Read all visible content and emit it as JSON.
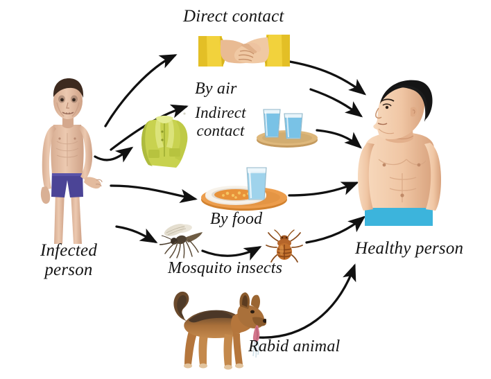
{
  "diagram": {
    "title": "Modes of disease transmission from infected person to healthy person",
    "background_color": "#ffffff",
    "text_color": "#141414",
    "arrow_color": "#111111"
  },
  "labels": {
    "infected_person": "Infected\nperson",
    "healthy_person": "Healthy person",
    "direct_contact": "Direct contact",
    "by_air": "By air",
    "indirect_contact": "Indirect\ncontact",
    "by_food": "By food",
    "mosquito_insects": "Mosquito insects",
    "rabid_animal": "Rabid animal"
  },
  "nodes": [
    {
      "id": "infected-person",
      "name": "infected-person",
      "icon": "sick-emaciated-man-figure",
      "label": "Infected person",
      "colors": {
        "skin": "#e8c6ae",
        "hair": "#4a3328",
        "shorts": "#4b4496"
      }
    },
    {
      "id": "healthy-person",
      "name": "healthy-person",
      "icon": "healthy-man-profile-figure",
      "label": "Healthy person",
      "colors": {
        "skin": "#f2cdae",
        "hair": "#1b1b1b",
        "shorts": "#3cb4dc"
      }
    },
    {
      "id": "handshake-icon",
      "name": "handshake-icon",
      "icon": "handshake",
      "label": "Direct contact",
      "colors": {
        "sleeve": "#f2d23c",
        "skin": "#e9bb93"
      }
    },
    {
      "id": "clothing-icon",
      "name": "clothing-jacket-icon",
      "icon": "jacket",
      "label": "Indirect contact",
      "colors": {
        "fabric": "#c8d24f"
      }
    },
    {
      "id": "water-glasses-icon",
      "name": "water-glasses-icon",
      "icon": "two-glasses-of-water-on-tray",
      "label": "Indirect contact",
      "colors": {
        "water": "#7ec6e8",
        "tray": "#c49a5e"
      }
    },
    {
      "id": "food-icon",
      "name": "food-plate-icon",
      "icon": "plate-of-food-with-glass",
      "label": "By food",
      "colors": {
        "tray": "#e79a46",
        "food": "#e8923a",
        "water": "#9fd3ec"
      }
    },
    {
      "id": "mosquito-icon",
      "name": "mosquito-icon",
      "icon": "mosquito",
      "label": "Mosquito insects",
      "colors": {
        "body": "#6e5c44",
        "wing": "#d9d3c2"
      }
    },
    {
      "id": "bedbug-icon",
      "name": "bedbug-icon",
      "icon": "bedbug",
      "label": "Mosquito insects",
      "colors": {
        "body": "#c26a29"
      }
    },
    {
      "id": "rabid-dog-icon",
      "name": "rabid-dog-icon",
      "icon": "dog",
      "label": "Rabid animal",
      "colors": {
        "coat": "#b5763c",
        "back": "#4e3a28",
        "tongue": "#d2758b"
      }
    }
  ],
  "arrows": [
    {
      "name": "arrow-infected-to-handshake",
      "from": "infected-person",
      "to": "handshake-icon"
    },
    {
      "name": "arrow-infected-to-air",
      "from": "infected-person",
      "to": "by-air"
    },
    {
      "name": "arrow-infected-to-clothing",
      "from": "infected-person",
      "to": "clothing-icon"
    },
    {
      "name": "arrow-infected-to-food",
      "from": "infected-person",
      "to": "food-icon"
    },
    {
      "name": "arrow-infected-to-mosquito",
      "from": "infected-person",
      "to": "mosquito-icon"
    },
    {
      "name": "arrow-handshake-to-healthy",
      "from": "handshake-icon",
      "to": "healthy-person"
    },
    {
      "name": "arrow-air-to-healthy",
      "from": "by-air",
      "to": "healthy-person"
    },
    {
      "name": "arrow-glasses-to-healthy",
      "from": "water-glasses-icon",
      "to": "healthy-person"
    },
    {
      "name": "arrow-food-to-healthy",
      "from": "food-icon",
      "to": "healthy-person"
    },
    {
      "name": "arrow-mosquito-to-bedbug",
      "from": "mosquito-icon",
      "to": "bedbug-icon"
    },
    {
      "name": "arrow-bedbug-to-healthy",
      "from": "bedbug-icon",
      "to": "healthy-person"
    },
    {
      "name": "arrow-dog-to-healthy",
      "from": "rabid-dog-icon",
      "to": "healthy-person"
    }
  ]
}
